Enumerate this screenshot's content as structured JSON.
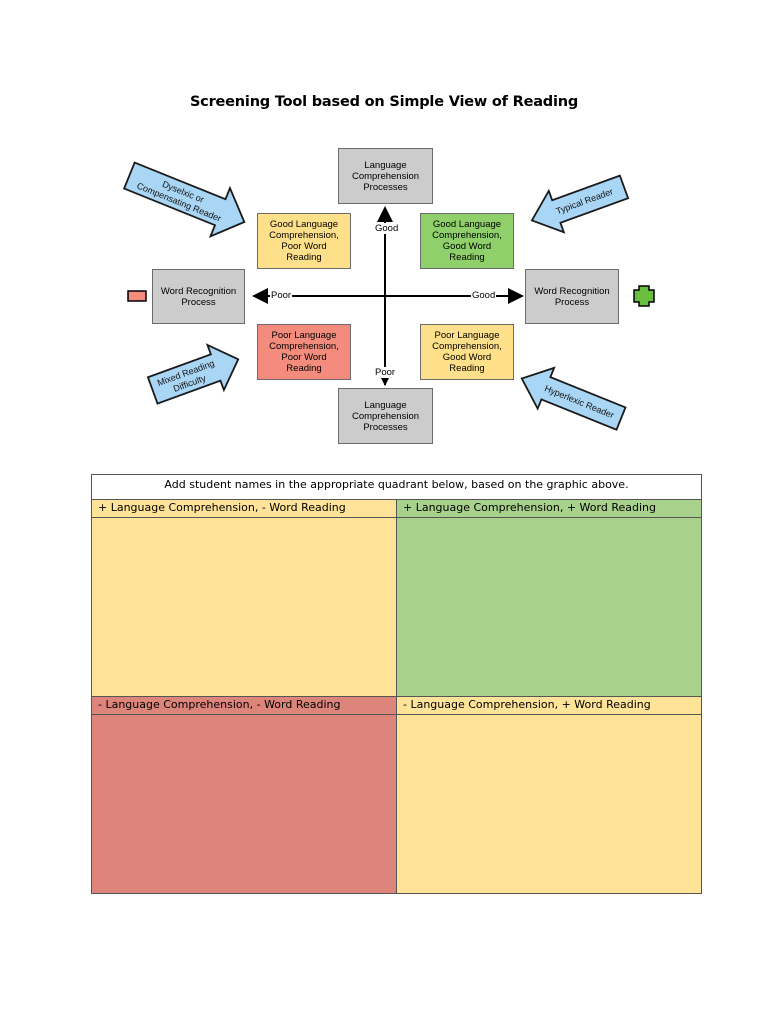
{
  "title": "Screening Tool based on Simple View of Reading",
  "graphic": {
    "lang_top": "Language\nComprehension\nProcesses",
    "lang_bottom": "Language\nComprehension\nProcesses",
    "word_left": "Word Recognition\nProcess",
    "word_right": "Word Recognition\nProcess",
    "q_top_left": "Good Language\nComprehension,\nPoor Word\nReading",
    "q_top_right": "Good Language\nComprehension,\nGood Word\nReading",
    "q_bottom_left": "Poor Language\nComprehension,\nPoor Word\nReading",
    "q_bottom_right": "Poor Language\nComprehension,\nGood Word\nReading",
    "axis_good_top": "Good",
    "axis_poor_bottom": "Poor",
    "axis_poor_left": "Poor",
    "axis_good_right": "Good",
    "arrow_dyslexic_1": "Dyselxic or",
    "arrow_dyslexic_2": "Compensating Reader",
    "arrow_typical": "Typical Reader",
    "arrow_mixed_1": "Mixed Reading",
    "arrow_mixed_2": "Difficulty",
    "arrow_hyperlexic": "Hyperlexic Reader",
    "colors": {
      "gray": "#cccccc",
      "yellow": "#ffe08a",
      "green": "#8fd06a",
      "red": "#f48c7e",
      "arrow": "#a9d6f5"
    }
  },
  "table": {
    "instruction": "Add student names in the appropriate quadrant below, based on the graphic above.",
    "cells": [
      {
        "label": "+ Language Comprehension, - Word Reading",
        "color": "#ffe399"
      },
      {
        "label": "+ Language Comprehension, + Word Reading",
        "color": "#a8d18c"
      },
      {
        "label": "- Language Comprehension, - Word Reading",
        "color": "#dd857b"
      },
      {
        "label": "- Language Comprehension, + Word Reading",
        "color": "#ffe399"
      }
    ]
  }
}
